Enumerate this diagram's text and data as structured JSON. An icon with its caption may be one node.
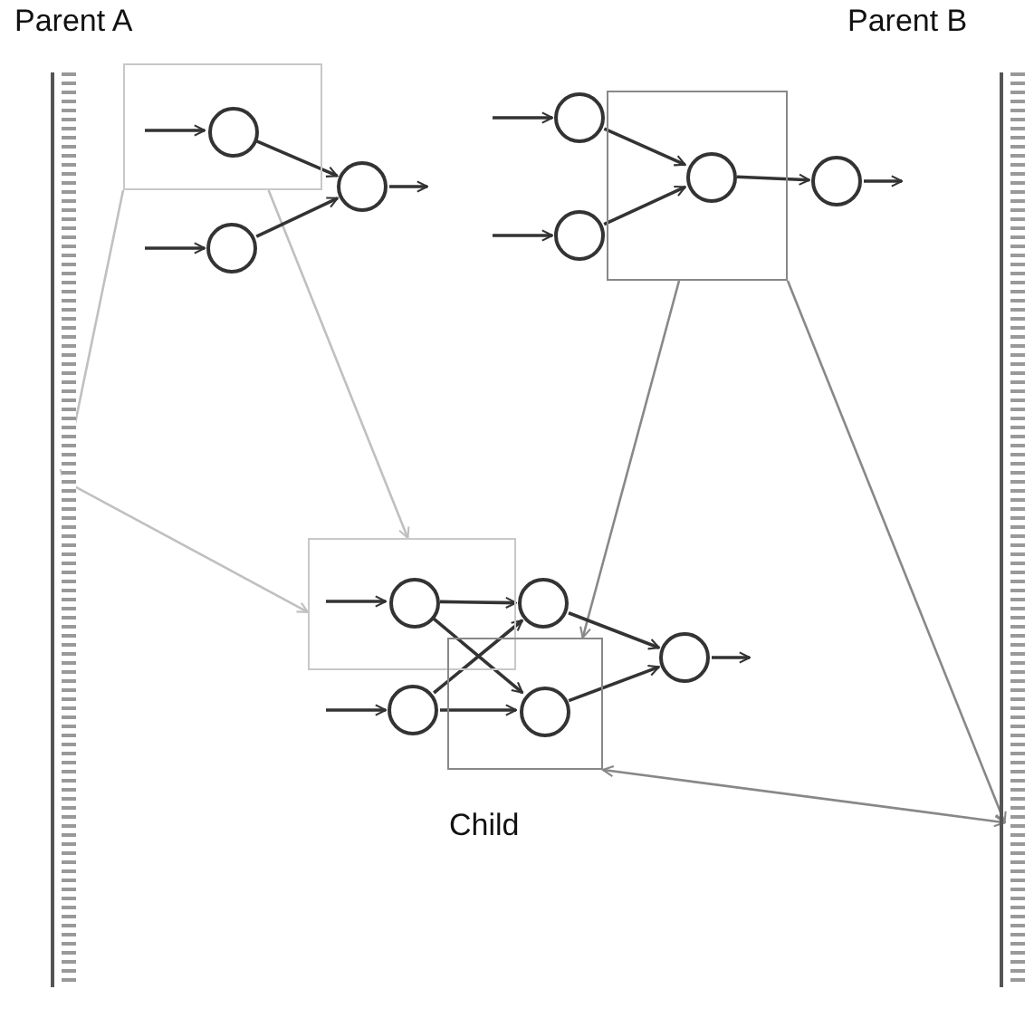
{
  "diagram": {
    "nodes": [
      {
        "text": [],
        "shape": "bar"
      },
      {
        "text": [],
        "shape": "box"
      },
      {
        "text": [],
        "shape": "circle",
        "in": 1
      },
      {
        "text": [],
        "shape": "circle"
      },
      {
        "text": [],
        "shape": "circle"
      },
      {
        "text": [],
        "shape": "box"
      },
      {
        "text": [],
        "shape": "circle"
      },
      {
        "text": [],
        "shape": "circle"
      },
      {
        "text": [],
        "shape": "circle",
        "in": 5
      },
      {
        "text": [],
        "shape": "circle"
      },
      {
        "text": [],
        "shape": "bar"
      },
      {
        "text": [],
        "shape": "box"
      },
      {
        "text": [],
        "shape": "circle",
        "in": 11
      },
      {
        "text": [],
        "shape": "circle"
      },
      {
        "text": [],
        "shape": "circle"
      },
      {
        "text": [],
        "shape": "box"
      },
      {
        "text": [],
        "shape": "circle",
        "in": 15
      },
      {
        "text": [],
        "shape": "circle"
      }
    ],
    "edges": [
      {
        "from": 1,
        "to": 0,
        "arrow": "to",
        "color": "#c0c0c0"
      },
      {
        "from": 1,
        "to": 11,
        "arrow": "to",
        "color": "#c0c0c0"
      },
      {
        "from": 0,
        "to": 11,
        "arrow": "to",
        "color": "#c0c0c0"
      },
      {
        "from": 5,
        "to": 15,
        "arrow": "to",
        "color": "#888888"
      },
      {
        "from": 5,
        "to": 10,
        "arrow": "to",
        "color": "#888888"
      },
      {
        "from": 10,
        "to": 15,
        "arrow": "both",
        "color": "#888888"
      },
      {
        "from": null,
        "to": 2,
        "arrow": "to"
      },
      {
        "from": null,
        "to": 3,
        "arrow": "to"
      },
      {
        "from": 2,
        "to": 4,
        "arrow": "to"
      },
      {
        "from": 3,
        "to": 4,
        "arrow": "to"
      },
      {
        "from": 4,
        "to": null,
        "arrow": "to"
      },
      {
        "from": null,
        "to": 6,
        "arrow": "to"
      },
      {
        "from": null,
        "to": 7,
        "arrow": "to"
      },
      {
        "from": 6,
        "to": 8,
        "arrow": "to"
      },
      {
        "from": 7,
        "to": 8,
        "arrow": "to"
      },
      {
        "from": 8,
        "to": 9,
        "arrow": "to"
      },
      {
        "from": 9,
        "to": null,
        "arrow": "to"
      },
      {
        "from": null,
        "to": 12,
        "arrow": "to"
      },
      {
        "from": null,
        "to": 14,
        "arrow": "to"
      },
      {
        "from": 12,
        "to": 13,
        "arrow": "to"
      },
      {
        "from": 12,
        "to": 16,
        "arrow": "to"
      },
      {
        "from": 14,
        "to": 13,
        "arrow": "to"
      },
      {
        "from": 14,
        "to": 16,
        "arrow": "to"
      },
      {
        "from": 13,
        "to": 17,
        "arrow": "to"
      },
      {
        "from": 16,
        "to": 17,
        "arrow": "to"
      },
      {
        "from": 17,
        "to": null,
        "arrow": "to"
      }
    ],
    "labels": [
      "Parent A",
      "Parent B",
      "Child"
    ]
  }
}
